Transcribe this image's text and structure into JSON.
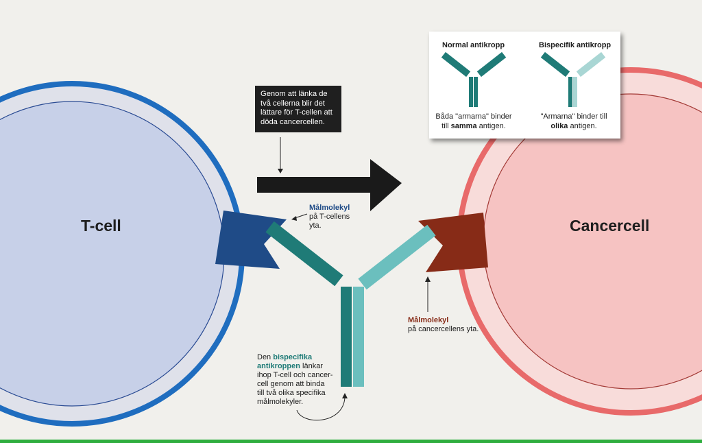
{
  "colors": {
    "background": "#f1f0ec",
    "tcell_ring": "#1f6dbf",
    "tcell_fill": "#c7d0e8",
    "tcell_outer": "#dfe1ea",
    "cancer_ring": "#e86a6a",
    "cancer_fill": "#f6c3c2",
    "cancer_outer": "#f8dcda",
    "tcell_target": "#1f4b87",
    "cancer_target": "#872b17",
    "antibody_dark": "#1f7b77",
    "antibody_light": "#6bbfbe",
    "arrow": "#1a1a1a"
  },
  "cells": {
    "tcell_label": "T-cell",
    "cancer_label": "Cancercell"
  },
  "callout": {
    "text": "Genom att länka de två cellerna blir det lättare för T-cellen att döda cancercellen."
  },
  "tcell_target": {
    "title": "Målmolekyl",
    "line1": "på T-cellens",
    "line2": "yta."
  },
  "cancer_target": {
    "title": "Målmolekyl",
    "line1": "på cancercellens yta."
  },
  "antibody_note": {
    "prefix": "Den ",
    "highlight1": "bispecifika",
    "highlight2": "antikroppen",
    "rest1": " länkar",
    "line3": "ihop T-cell och cancer-",
    "line4": "cell genom att binda",
    "line5": "till två olika specifika",
    "line6": "målmolekyler."
  },
  "inset": {
    "normal_title": "Normal antikropp",
    "bispecific_title": "Bispecifik antikropp",
    "normal_caption_pre": "Båda \"armarna\" binder",
    "normal_caption_mid_pre": "till ",
    "normal_caption_bold": "samma",
    "normal_caption_post": " antigen.",
    "bispecific_caption_pre": "\"Armarna\" binder till",
    "bispecific_caption_bold": "olika",
    "bispecific_caption_post": " antigen."
  }
}
